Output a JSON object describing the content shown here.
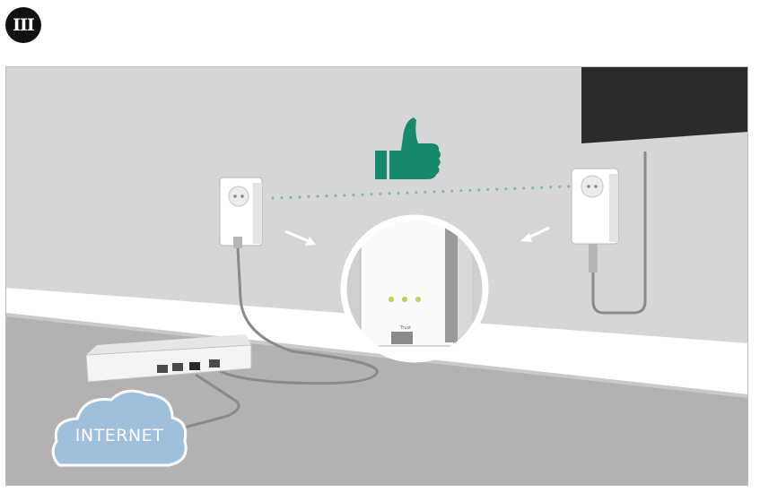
{
  "step": {
    "label": "III"
  },
  "cloud": {
    "label": "INTERNET"
  },
  "adapter_zoom": {
    "brand_label": "Trust"
  },
  "colors": {
    "wall": "#d6d6d8",
    "floor": "#b2b2b4",
    "baseboard": "#ffffff",
    "tv": "#2b2b2d",
    "thumbs_up": "#148a6b",
    "link_dots": "#7fb79f",
    "cloud": "#9fc0dc",
    "led": "#b8d64c"
  },
  "icons": [
    "thumbs-up-icon",
    "internet-cloud-icon",
    "router-icon",
    "powerline-adapter-icon",
    "arrow-icon"
  ]
}
